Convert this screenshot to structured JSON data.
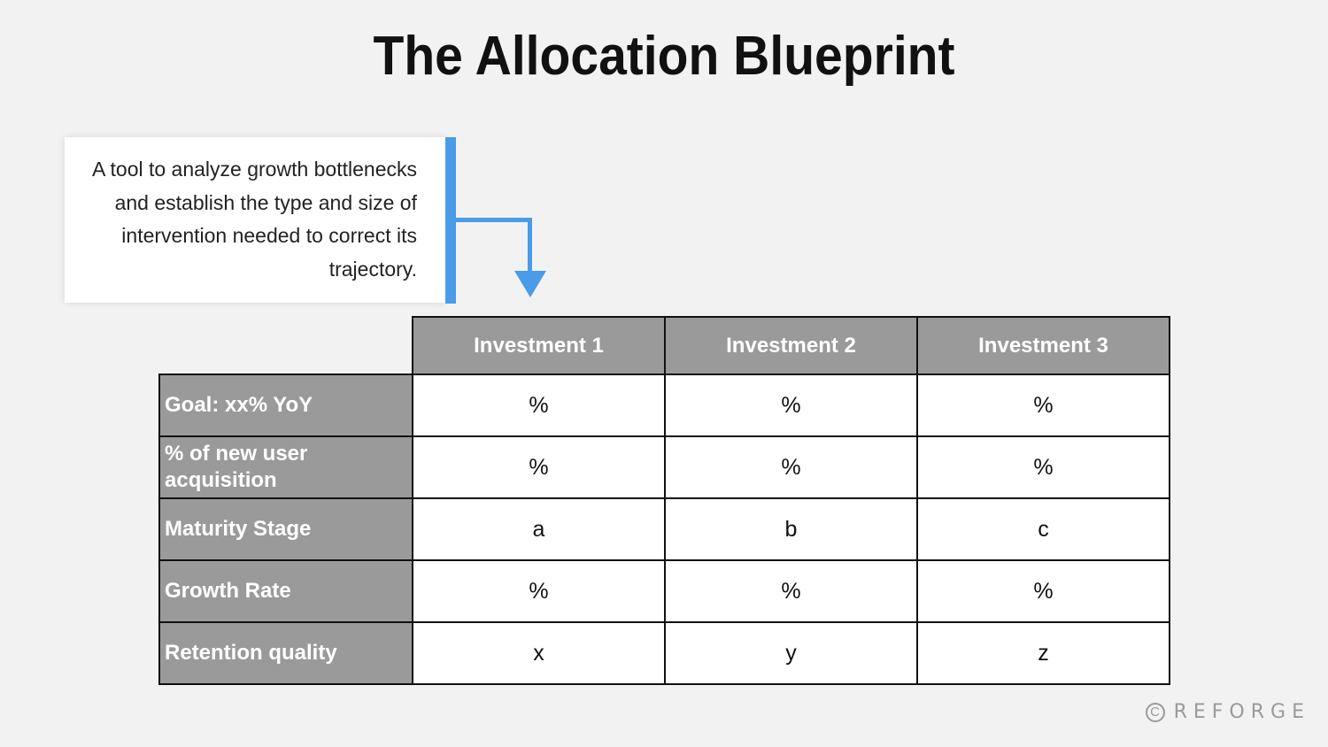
{
  "title": "The Allocation Blueprint",
  "callout": {
    "text": "A tool to analyze growth bottlenecks and establish the type and size of intervention needed to correct its trajectory.",
    "accent_color": "#4a9be8"
  },
  "table": {
    "columns": [
      "Investment 1",
      "Investment 2",
      "Investment 3"
    ],
    "rows": [
      {
        "label": "Goal: xx% YoY",
        "values": [
          "%",
          "%",
          "%"
        ]
      },
      {
        "label": "% of new user acquisition",
        "values": [
          "%",
          "%",
          "%"
        ]
      },
      {
        "label": "Maturity Stage",
        "values": [
          "a",
          "b",
          "c"
        ]
      },
      {
        "label": "Growth Rate",
        "values": [
          "%",
          "%",
          "%"
        ]
      },
      {
        "label": "Retention quality",
        "values": [
          "x",
          "y",
          "z"
        ]
      }
    ],
    "header_color": "#9a9a9a"
  },
  "brand": {
    "icon": "copyright-icon",
    "icon_glyph": "C",
    "name": "REFORGE"
  }
}
